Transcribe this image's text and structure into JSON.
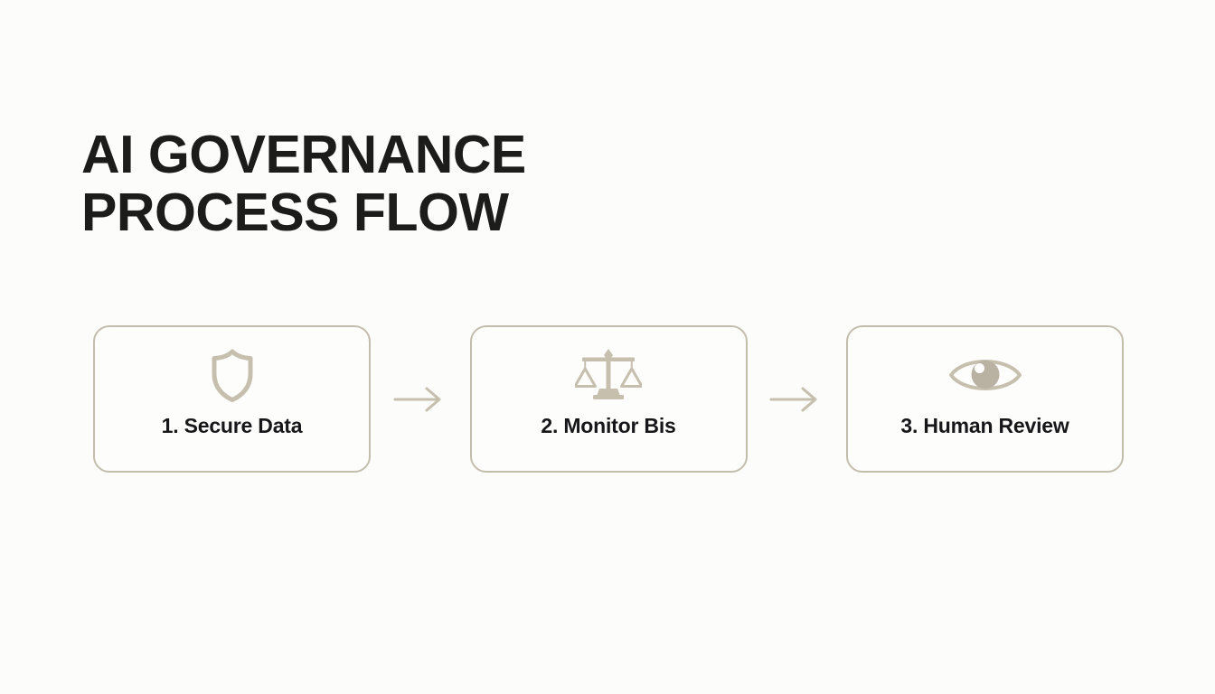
{
  "page": {
    "background_color": "#fcfcfb",
    "title_color": "#1c1c1a",
    "accent_color": "#c3bdae",
    "icon_color": "#c6bfae",
    "label_color": "#17171a"
  },
  "header": {
    "title_line_1": "AI GOVERNANCE",
    "title_line_2": "PROCESS FLOW"
  },
  "flow": {
    "steps": [
      {
        "label": "1. Secure Data",
        "icon": "shield-icon"
      },
      {
        "label": "2. Monitor Bis",
        "icon": "balance-scales-icon"
      },
      {
        "label": "3. Human Review",
        "icon": "eye-icon"
      }
    ],
    "connectors": [
      {
        "icon": "arrow-right-icon"
      },
      {
        "icon": "arrow-right-icon"
      }
    ]
  }
}
